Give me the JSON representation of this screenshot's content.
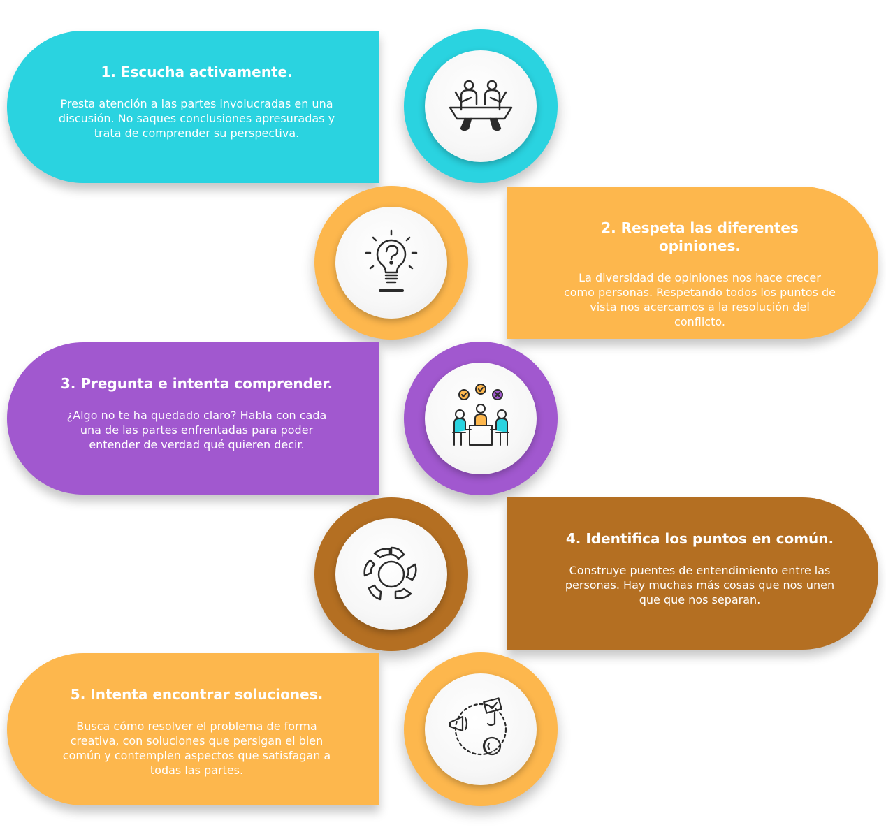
{
  "colors": {
    "cyan": "#2ad3e0",
    "orange": "#fdb74d",
    "purple": "#a158cf",
    "brown": "#b46f22",
    "icon_stroke": "#2b2b2b"
  },
  "steps": [
    {
      "title": "1. Escucha activamente.",
      "text": "Presta atención a las partes involucradas en una discusión. No saques conclusiones apresuradas y trata de comprender su perspectiva.",
      "icon": "people-meeting-icon"
    },
    {
      "title": "2. Respeta las diferentes opiniones.",
      "text": "La diversidad de opiniones nos hace crecer como personas. Respetando todos los puntos de vista nos acercamos a la resolución del conflicto.",
      "icon": "lightbulb-question-icon"
    },
    {
      "title": "3. Pregunta e intenta comprender.",
      "text": "¿Algo no te ha quedado claro? Habla con cada una de las partes enfrentadas para poder entender de verdad qué quieren decir.",
      "icon": "group-discussion-icon"
    },
    {
      "title": "4. Identifica los puntos en común.",
      "text": "Construye puentes de entendimiento entre las personas. Hay muchas más cosas que nos unen que que nos separan.",
      "icon": "hands-circle-icon"
    },
    {
      "title": "5. Intenta encontrar soluciones.",
      "text": "Busca cómo resolver el problema de forma creativa, con soluciones que persigan el bien común y contemplen aspectos que satisfagan a todas las partes.",
      "icon": "solution-megaphone-icon"
    }
  ]
}
